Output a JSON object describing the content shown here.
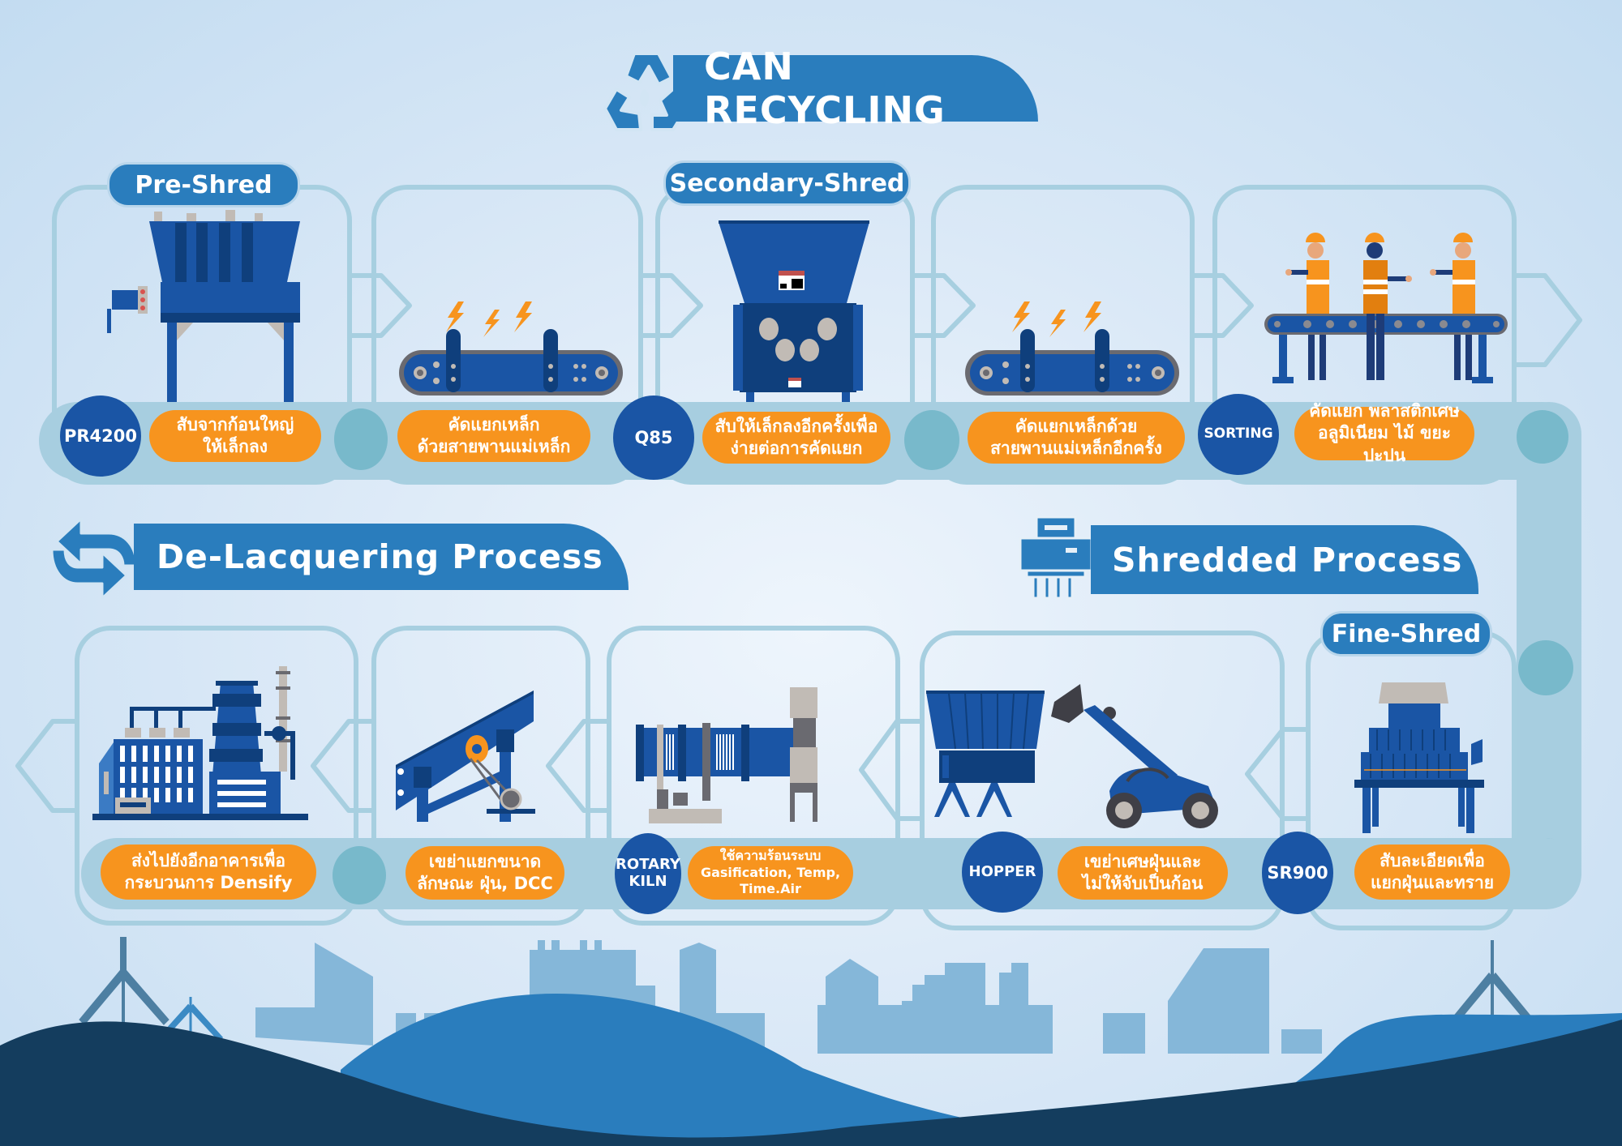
{
  "title": "CAN RECYCLING",
  "sections": {
    "de_lacquering": "De-Lacquering Process",
    "shredded": "Shredded Process"
  },
  "stage_labels": {
    "pre_shred": "Pre-Shred",
    "secondary_shred": "Secondary-Shred",
    "fine_shred": "Fine-Shred"
  },
  "top_row": [
    {
      "node": "PR4200",
      "desc": [
        "สับจากก้อนใหญ่",
        "ให้เล็กลง"
      ],
      "illustration": "pre-shredder-machine"
    },
    {
      "node": "",
      "desc": [
        "คัดแยกเหล็ก",
        "ด้วยสายพานแม่เหล็ก"
      ],
      "illustration": "magnetic-conveyor"
    },
    {
      "node": "Q85",
      "desc": [
        "สับให้เล็กลงอีกครั้งเพื่อ",
        "ง่ายต่อการคัดแยก"
      ],
      "illustration": "secondary-shredder"
    },
    {
      "node": "",
      "desc": [
        "คัดแยกเหล็กด้วย",
        "สายพานแม่เหล็กอีกครั้ง"
      ],
      "illustration": "magnetic-conveyor"
    },
    {
      "node": "SORTING",
      "desc": [
        "คัดแยก พลาสติกเศษ",
        "อลูมิเนียม ไม้ ขยะปะปน"
      ],
      "illustration": "sorting-workers"
    }
  ],
  "bottom_row": [
    {
      "node": "",
      "desc": [
        "ส่งไปยังอีกอาคารเพื่อ",
        "กระบวนการ Densify"
      ],
      "illustration": "factory"
    },
    {
      "node": "",
      "desc": [
        "เขย่าแยกขนาด",
        "ลักษณะ ฝุ่น, DCC"
      ],
      "illustration": "vibrating-screen"
    },
    {
      "node_lines": [
        "ROTARY",
        "KILN"
      ],
      "desc": [
        "ใช้ความร้อนระบบ",
        "Gasification, Temp, Time.Air"
      ],
      "illustration": "rotary-kiln"
    },
    {
      "node": "HOPPER",
      "desc": [
        "เขย่าเศษฝุ่นและ",
        "ไม่ให้จับเป็นก้อน"
      ],
      "illustration": "hopper-loader"
    },
    {
      "node": "SR900",
      "desc": [
        "สับละเอียดเพื่อ",
        "แยกฝุ่นและทราย"
      ],
      "illustration": "fine-shredder"
    }
  ],
  "colors": {
    "banner": "#2a7dbd",
    "node": "#1a55a5",
    "desc": "#f7941e",
    "track": "#a7cee0",
    "dot": "#78b9cb",
    "hill_dark": "#143d5e",
    "hill_mid": "#2a7dbd",
    "city": "#85b7d9"
  }
}
